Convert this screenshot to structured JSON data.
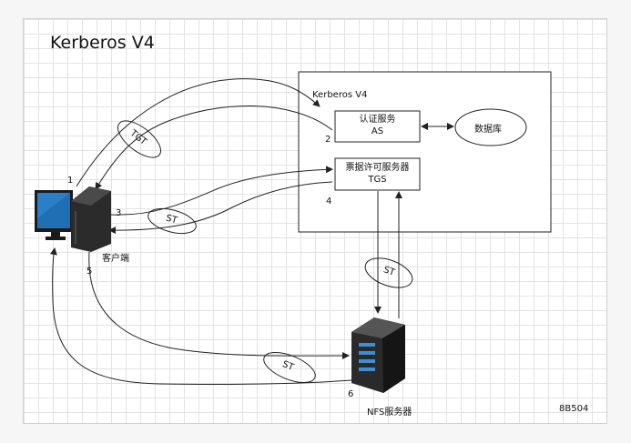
{
  "title": "Kerberos V4",
  "kdc": {
    "label": "Kerberos V4"
  },
  "as_box": {
    "line1": "认证服务",
    "line2": "AS"
  },
  "db": {
    "label": "数据库"
  },
  "tgs_box": {
    "line1": "票据许可服务器",
    "line2": "TGS"
  },
  "client": {
    "label": "客户端"
  },
  "server": {
    "label": "NFS服务器"
  },
  "tickets": {
    "tgt": "TGT",
    "st": "ST"
  },
  "steps": {
    "s1": "1",
    "s2": "2",
    "s3": "3",
    "s4": "4",
    "s5": "5",
    "s6": "6"
  },
  "footer_code": "8B504",
  "colors": {
    "line": "#222222",
    "screen": "#1f6fb5",
    "server_body": "#2a2a2a",
    "server_led": "#3a8fd8"
  }
}
